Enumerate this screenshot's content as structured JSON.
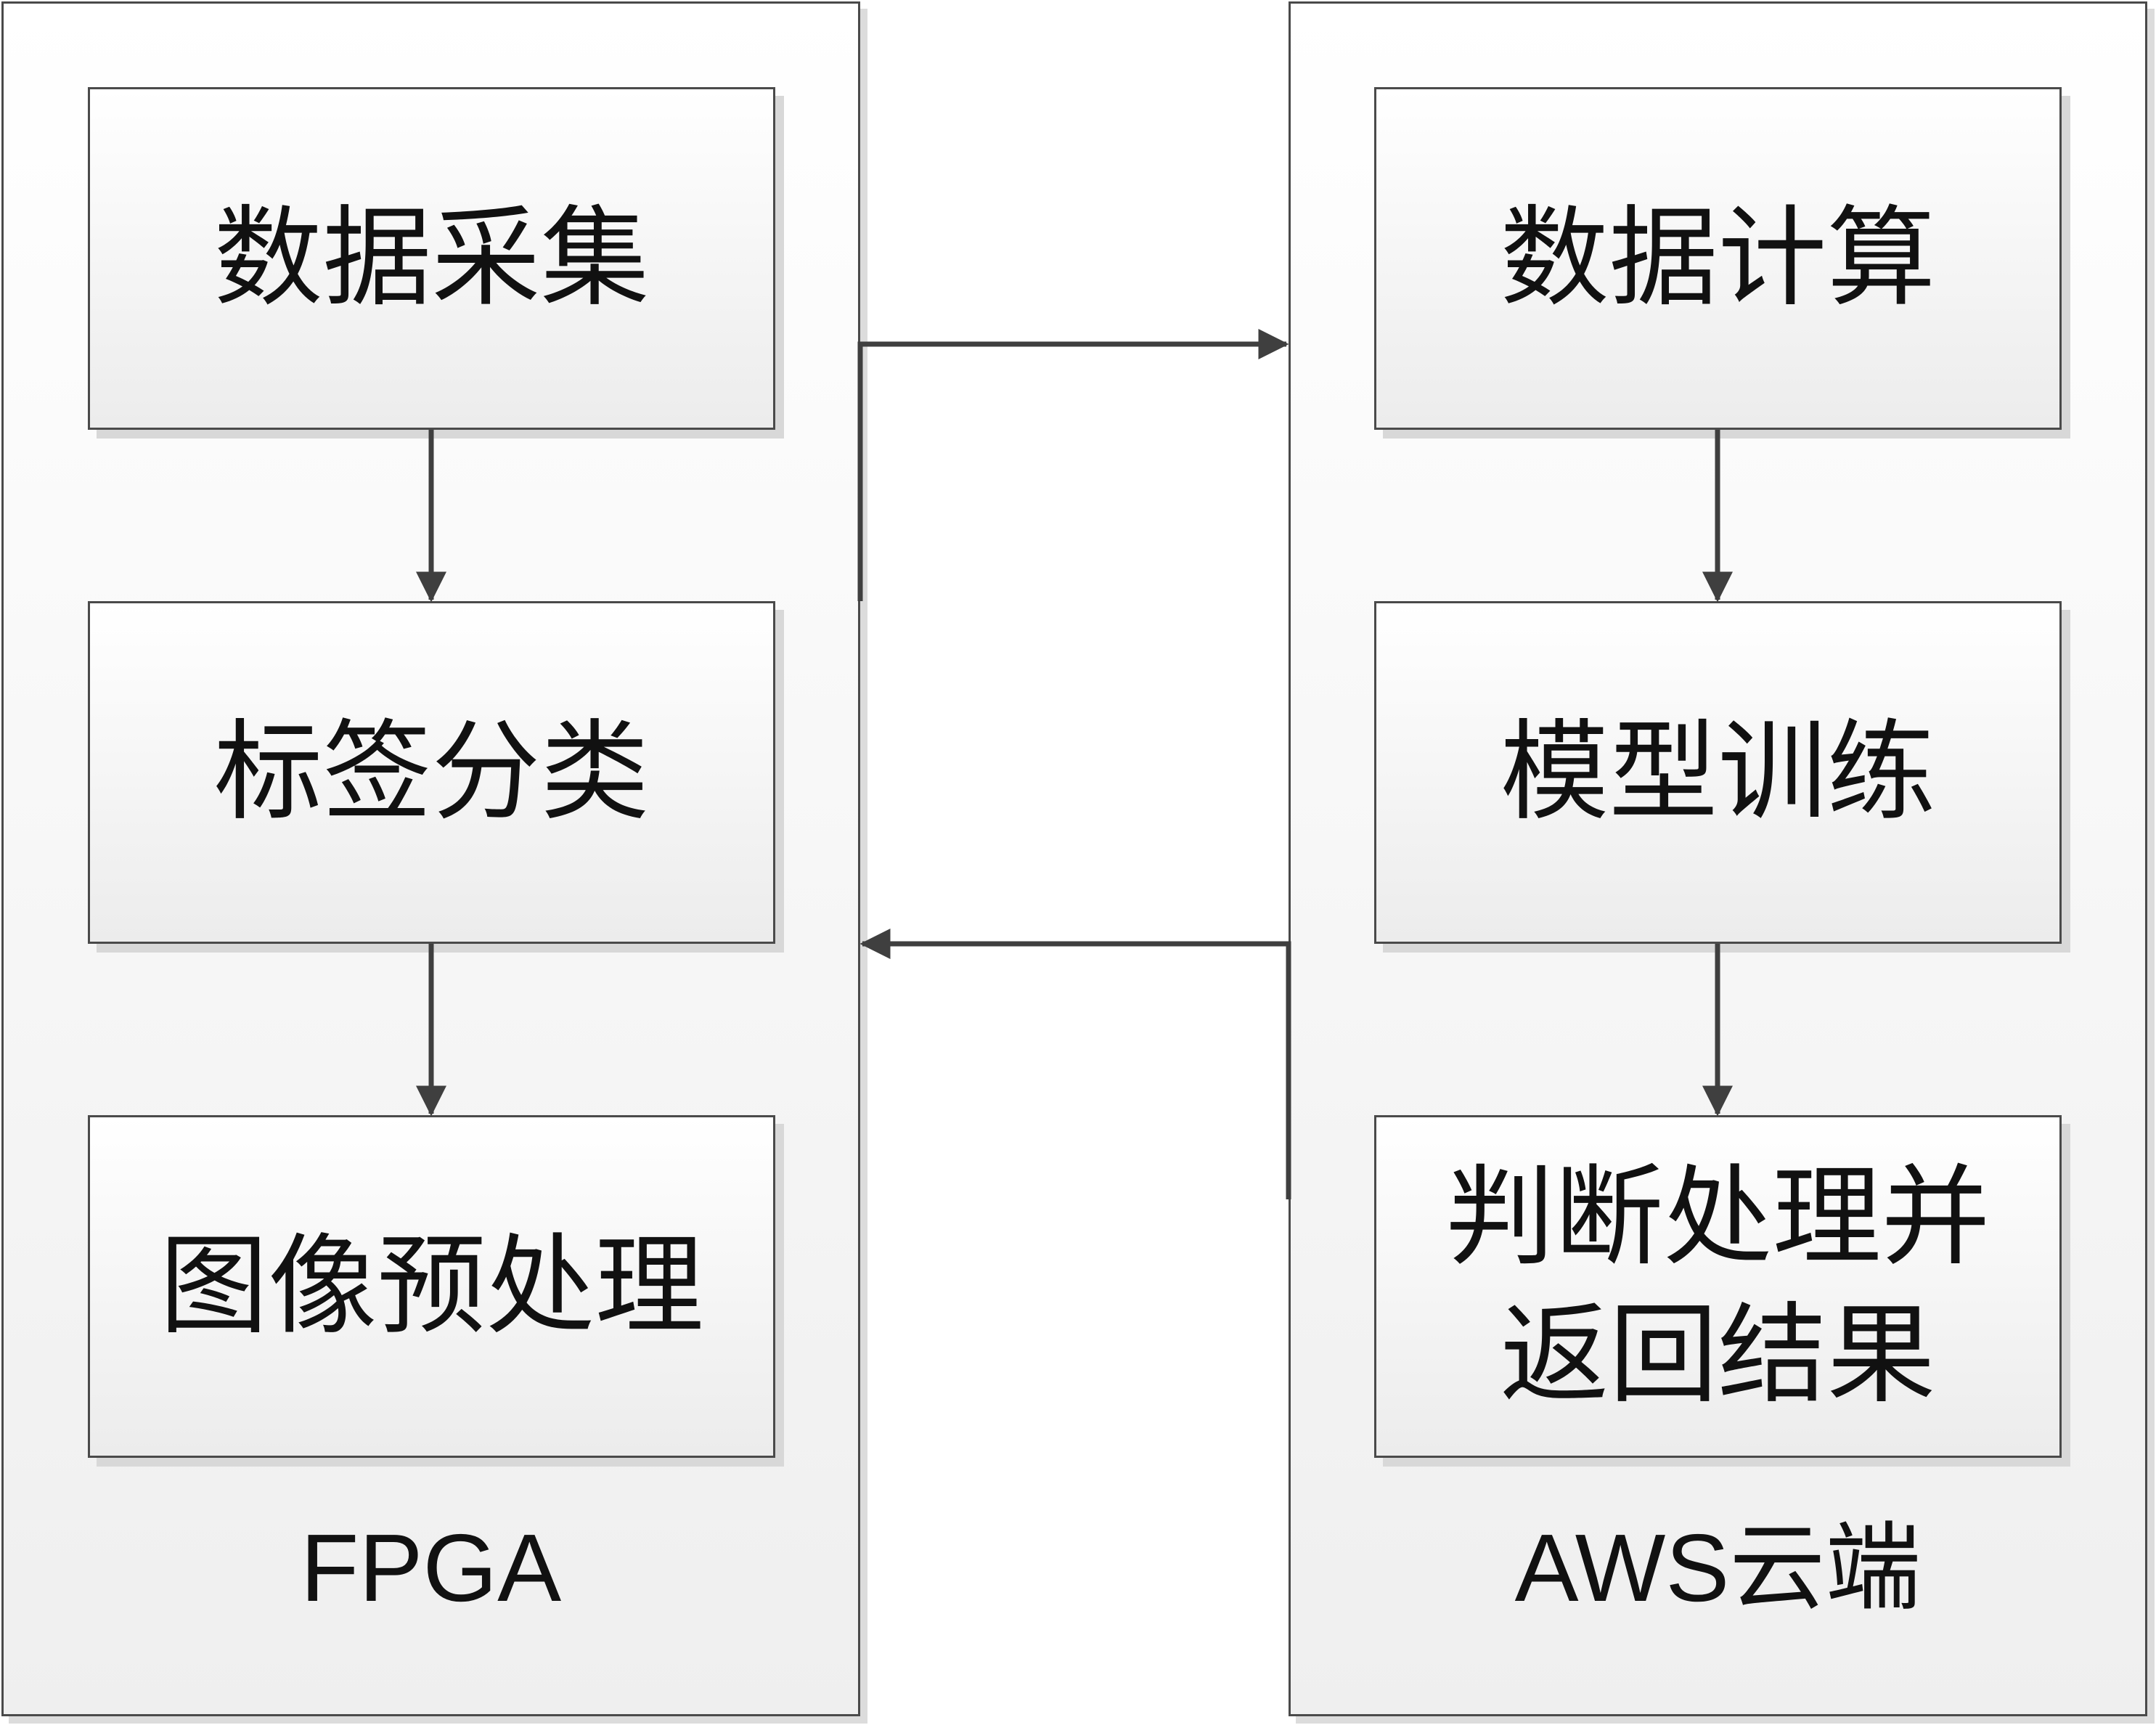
{
  "left_panel": {
    "label": "FPGA",
    "steps": [
      {
        "label": "数据采集"
      },
      {
        "label": "标签分类"
      },
      {
        "label": "图像预处理"
      }
    ]
  },
  "right_panel": {
    "label": "AWS云端",
    "steps": [
      {
        "label": "数据计算"
      },
      {
        "label": "模型训练"
      },
      {
        "label": "判断处理并",
        "label_line2": "返回结果"
      }
    ]
  },
  "colors": {
    "line": "#3f3f3f",
    "border": "#4a4a4a",
    "text": "#111111"
  }
}
